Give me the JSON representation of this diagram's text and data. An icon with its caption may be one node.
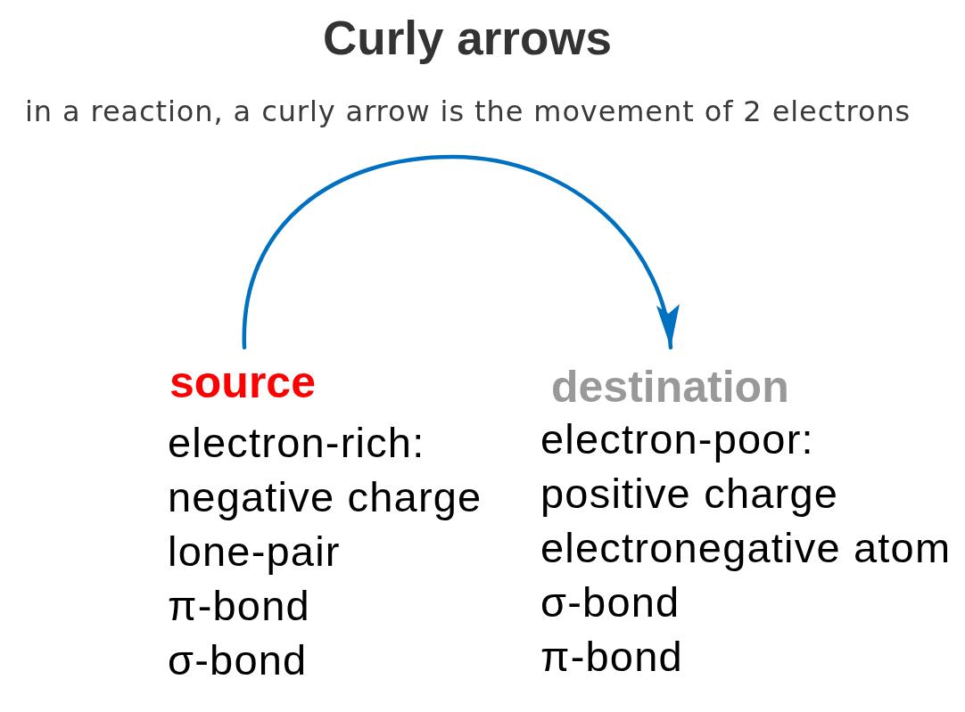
{
  "diagram": {
    "title": "Curly arrows",
    "nodes": [
      {
        "text": [
          "source",
          "electron-rich:",
          "negative charge",
          "lone-pair",
          "π-bond",
          "σ-bond"
        ]
      },
      {
        "text": [
          "destination",
          "electron-poor:",
          "positive charge",
          "electronegative atom",
          "σ-bond",
          "π-bond"
        ]
      }
    ],
    "edges": [
      {
        "from": 0,
        "to": 1,
        "arrow": "to"
      }
    ],
    "labels": [
      "in a reaction, a curly arrow is the movement of 2 electrons"
    ]
  }
}
